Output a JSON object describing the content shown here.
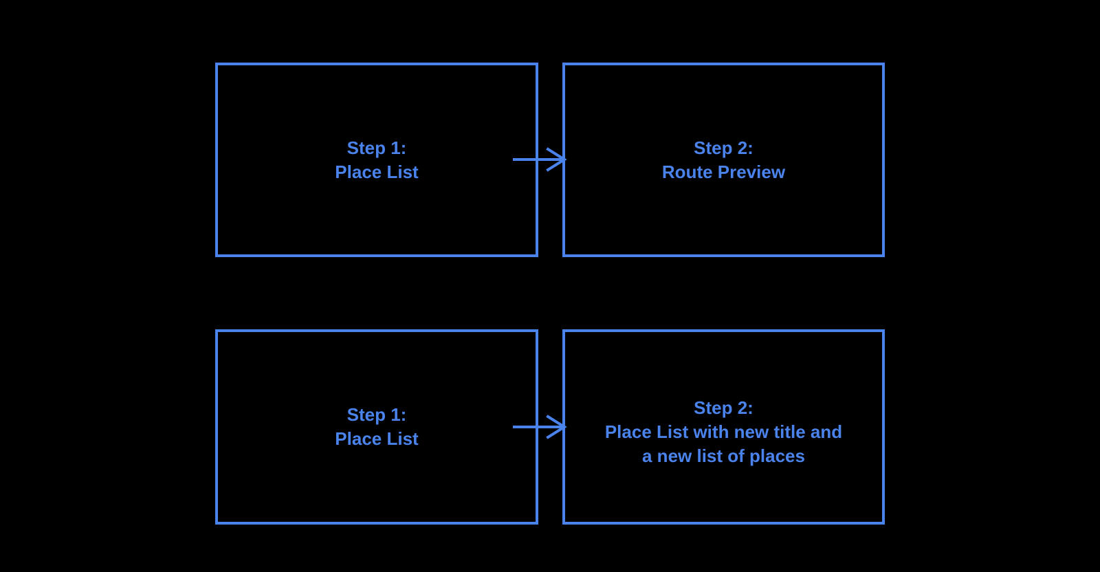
{
  "palette": {
    "background": "#000000",
    "accent_blue": "#4B83EC",
    "text_blue": "#4B83EC"
  },
  "flows": [
    {
      "from": {
        "lines": [
          "Step 1:",
          "Place List"
        ]
      },
      "connector": {
        "type": "arrow-right"
      },
      "to": {
        "lines": [
          "Step 2:",
          "Route Preview"
        ]
      }
    },
    {
      "from": {
        "lines": [
          "Step 1:",
          "Place List"
        ]
      },
      "connector": {
        "type": "arrow-right"
      },
      "to": {
        "lines": [
          "Step 2:",
          "Place List with new title and",
          "a new list of places"
        ]
      }
    }
  ]
}
